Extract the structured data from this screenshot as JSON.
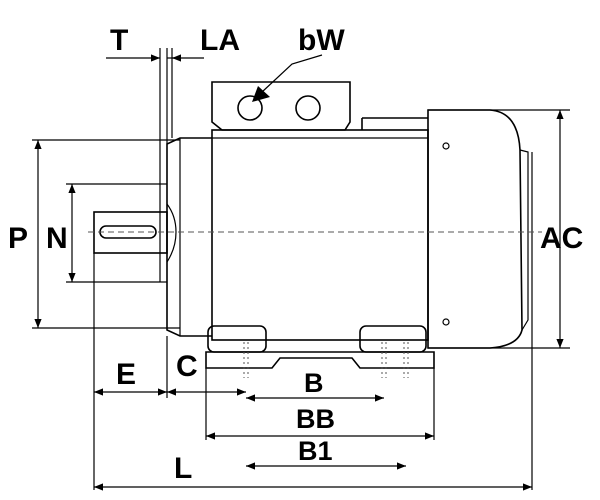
{
  "labels": {
    "T": "T",
    "LA": "LA",
    "bW": "bW",
    "P": "P",
    "N": "N",
    "AC": "AC",
    "E": "E",
    "C": "C",
    "B": "B",
    "BB": "BB",
    "B1": "B1",
    "L": "L"
  }
}
